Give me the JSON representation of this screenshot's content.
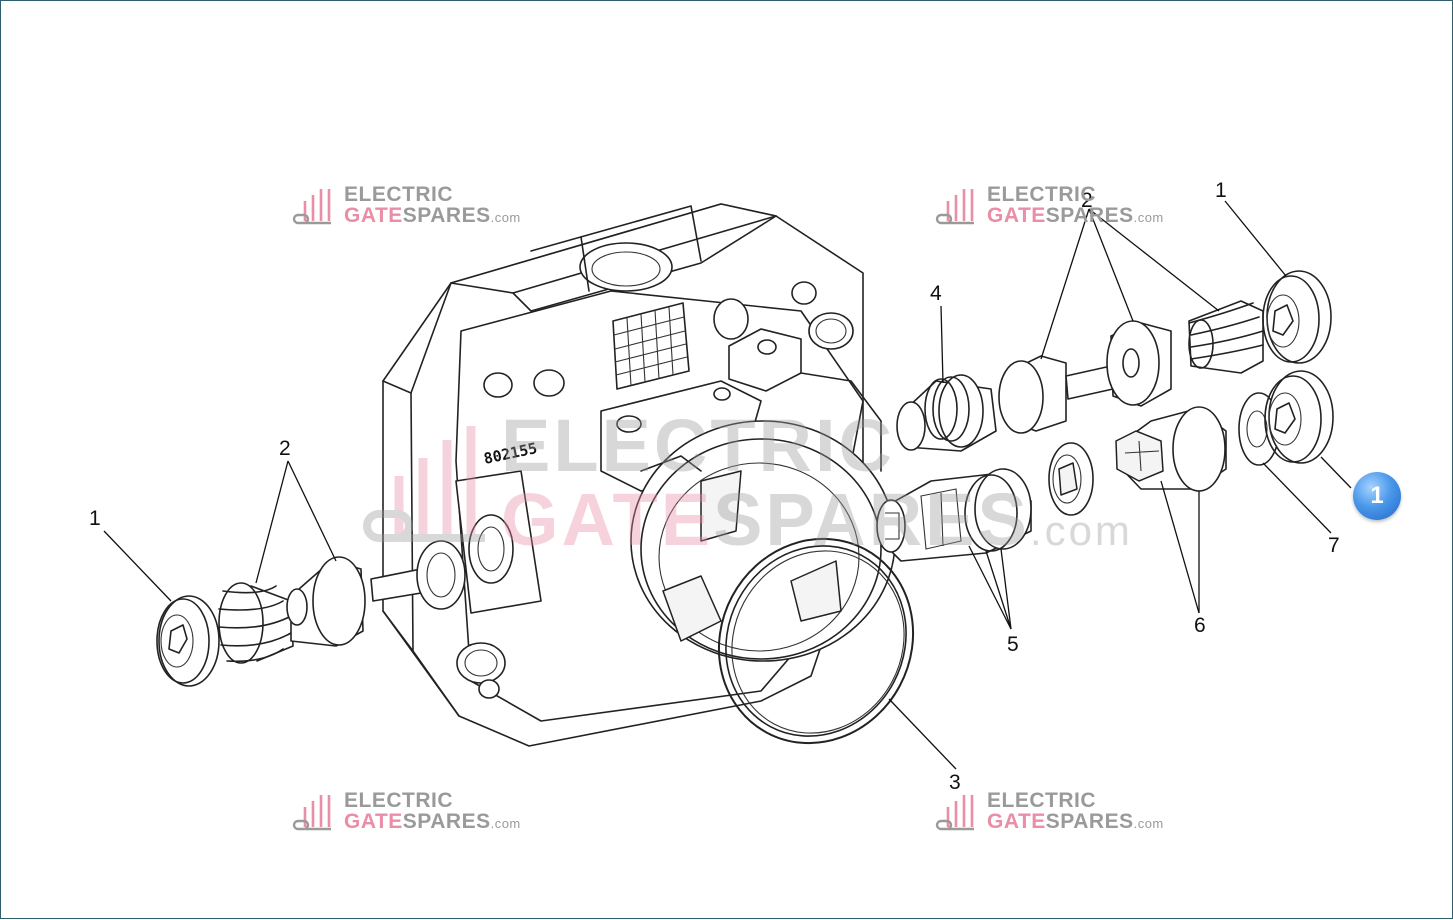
{
  "stamp": "802155",
  "callouts": {
    "a": "1",
    "b": "2",
    "c": "1",
    "d": "2",
    "e": "4",
    "f": "3",
    "g": "5",
    "h": "6",
    "i": "7"
  },
  "watermark": {
    "line1": "ELECTRIC",
    "gate": "GATE",
    "spares": "SPARES",
    "com": ".com"
  },
  "badge": "1",
  "colors": {
    "border": "#2f5f6e",
    "watermark_pink": "#e98ea6",
    "watermark_grey": "#9a9a9a",
    "badge_blue": "#3b86e0"
  }
}
